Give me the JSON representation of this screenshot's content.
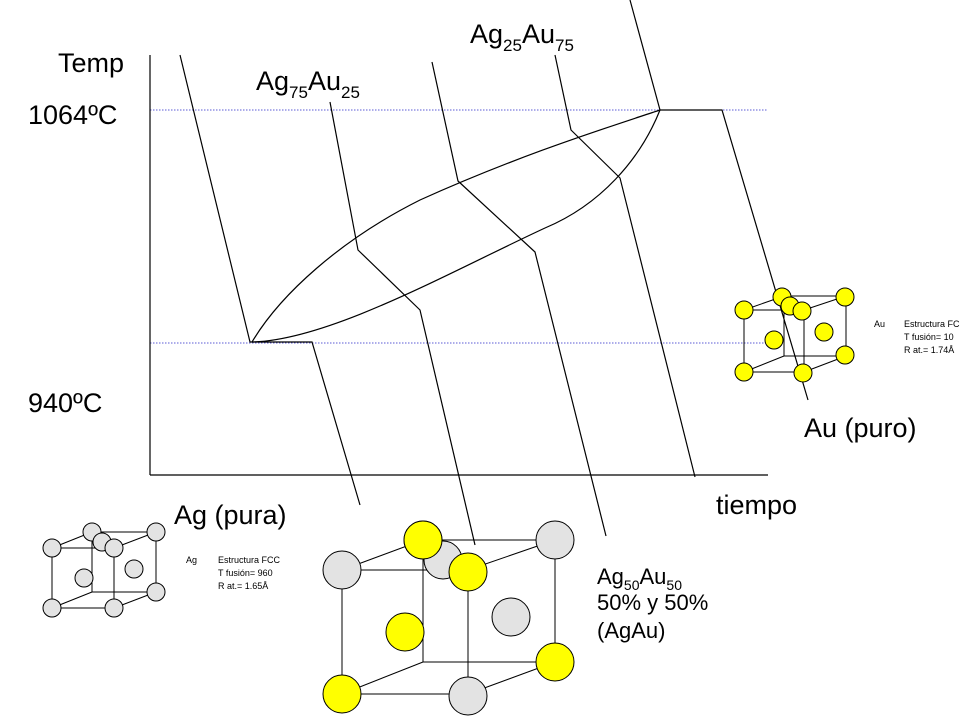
{
  "axes": {
    "y_label": "Temp",
    "x_label": "tiempo",
    "t_high": "1064ºC",
    "t_low": "940ºC"
  },
  "curves": {
    "ag75": {
      "base": "Ag",
      "s1": "75",
      "mid": "Au",
      "s2": "25"
    },
    "ag25": {
      "base": "Ag",
      "s1": "25",
      "mid": "Au",
      "s2": "75"
    }
  },
  "labels": {
    "silver": "Ag (pura)",
    "gold": "Au (puro)"
  },
  "ag_panel": {
    "symbol": "Ag",
    "lines": [
      "Estructura FCC",
      "T fusión= 960",
      "R at.= 1.65Å"
    ]
  },
  "au_panel": {
    "symbol": "Au",
    "lines": [
      "Estructura FCC",
      "T fusión= 10",
      "R at.= 1.74Å"
    ]
  },
  "alloy": {
    "base": "Ag",
    "s1": "50",
    "mid": "Au",
    "s2": "50",
    "line2": "50% y 50%",
    "line3": "(AgAu)"
  },
  "colors": {
    "silver_atom": "#e3e3e3",
    "gold_atom": "#ffff00",
    "guide_line": "#5b5bd6"
  }
}
